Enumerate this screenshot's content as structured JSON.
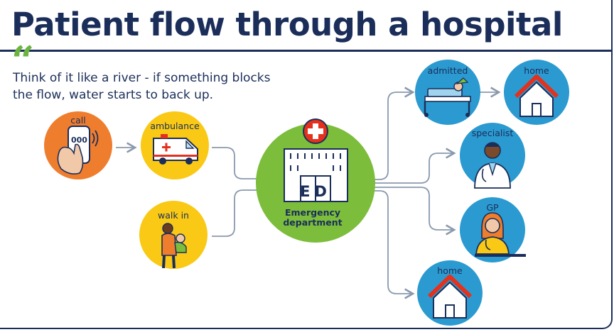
{
  "title": "Patient flow through a hospital",
  "quote": "Think of it like a river - if something blocks the flow, water starts to back up.",
  "nodes": {
    "call": "call",
    "call_digits": "000",
    "ambulance": "ambulance",
    "walk_in": "walk in",
    "ed_sign": "ED",
    "ed_line1": "Emergency",
    "ed_line2": "department",
    "admitted": "admitted",
    "home_top": "home",
    "specialist": "specialist",
    "gp": "GP",
    "home_bottom": "home"
  },
  "colors": {
    "navy": "#1b2e5a",
    "orange": "#ef7d2e",
    "yellow": "#f9c915",
    "green": "#7cbd3b",
    "blue": "#2b9ad0",
    "red": "#e3311d",
    "arrow": "#8a99ad"
  }
}
